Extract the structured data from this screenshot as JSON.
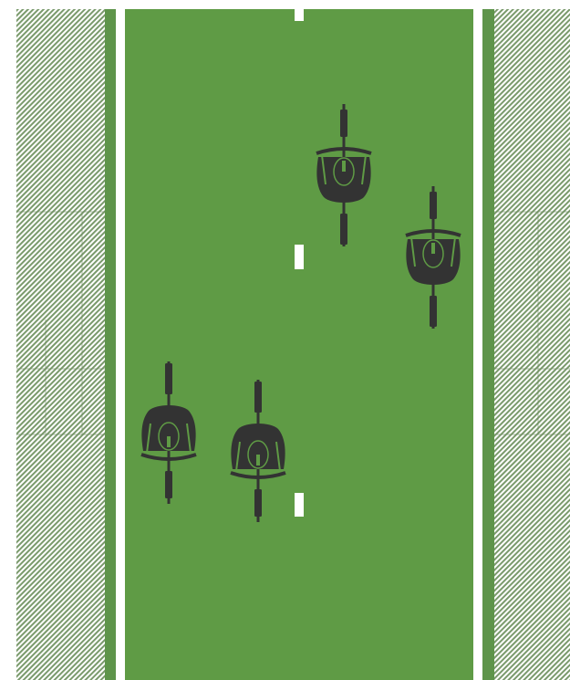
{
  "scene": {
    "description_free": true,
    "colors": {
      "background": "#ffffff",
      "lane_green": "#5f9b45",
      "verge_green": "#5e944a",
      "hatch_dark": "#7a9a6c",
      "hatch_light": "#ffffff",
      "line_white": "#ffffff",
      "cyclist": "#333333"
    },
    "elements": {
      "left_verge": "hatched-verge",
      "right_verge": "hatched-verge",
      "left_edge_line": "solid-white-line",
      "right_edge_line": "solid-white-line",
      "center_line": "dashed-white-line"
    },
    "cyclists": [
      {
        "id": "cyclist-1",
        "direction": "up",
        "icon": "bicycle-rider-icon"
      },
      {
        "id": "cyclist-2",
        "direction": "up",
        "icon": "bicycle-rider-icon"
      },
      {
        "id": "cyclist-3",
        "direction": "down",
        "icon": "bicycle-rider-icon"
      },
      {
        "id": "cyclist-4",
        "direction": "down",
        "icon": "bicycle-rider-icon"
      }
    ]
  }
}
